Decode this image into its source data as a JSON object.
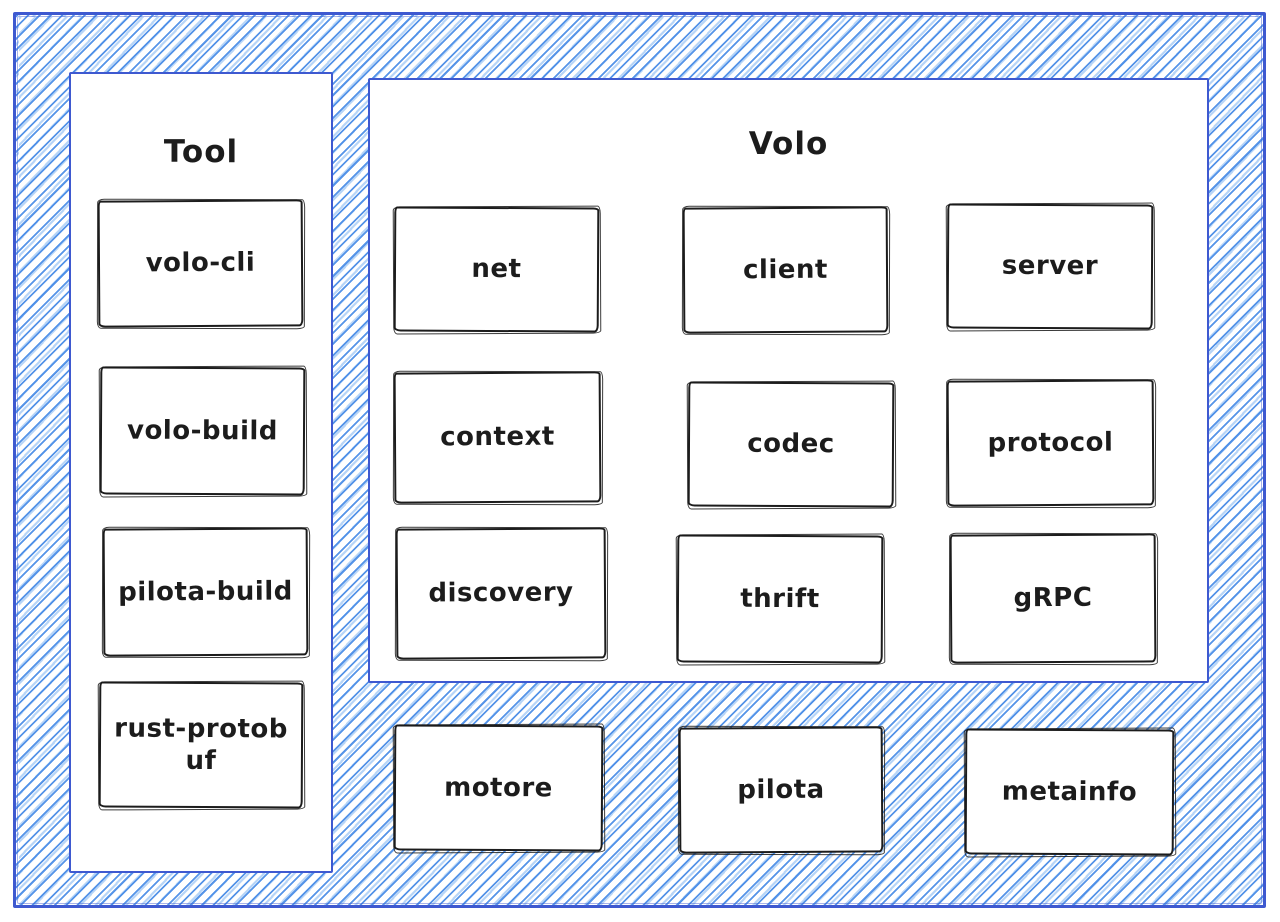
{
  "diagram": {
    "tool": {
      "title": "Tool",
      "items": [
        {
          "label": "volo-cli"
        },
        {
          "label": "volo-build"
        },
        {
          "label": "pilota-build"
        },
        {
          "label": "rust-protob\nuf"
        }
      ]
    },
    "volo": {
      "title": "Volo",
      "items": [
        {
          "label": "net"
        },
        {
          "label": "client"
        },
        {
          "label": "server"
        },
        {
          "label": "context"
        },
        {
          "label": "codec"
        },
        {
          "label": "protocol"
        },
        {
          "label": "discovery"
        },
        {
          "label": "thrift"
        },
        {
          "label": "gRPC"
        }
      ]
    },
    "foundation": {
      "items": [
        {
          "label": "motore"
        },
        {
          "label": "pilota"
        },
        {
          "label": "metainfo"
        }
      ]
    },
    "colors": {
      "frame_stroke": "#3e59d0",
      "hatch_line": "#4489e6",
      "hatch_line_light": "#a9cdf6",
      "box_stroke": "#1c1c1c",
      "box_fill": "#ffffff",
      "background": "#ffffff"
    }
  }
}
